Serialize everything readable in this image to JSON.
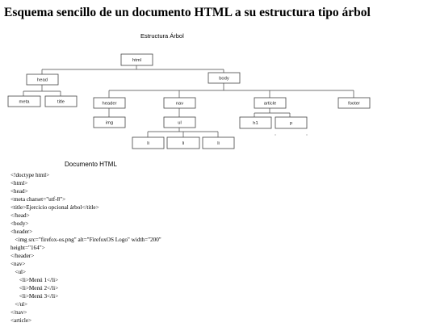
{
  "title": "Esquema sencillo de un documento HTML a su estructura tipo árbol",
  "tree": {
    "caption": "Estructura Árbol",
    "nodes": {
      "html": "html",
      "head": "head",
      "body": "body",
      "meta": "meta",
      "title": "title",
      "header": "header",
      "nav": "nav",
      "article": "article",
      "footer": "footer",
      "img": "img",
      "ul": "ul",
      "h1": "h1",
      "p": "p",
      "li1": "li",
      "li2": "li",
      "li3": "li"
    }
  },
  "document": {
    "caption": "Documento HTML",
    "lines": [
      "<!doctype html>",
      "<html>",
      "<head>",
      "<meta charset=\"utf-8\">",
      "<title>Ejercicio opcional árbol</title>",
      "</head>",
      "<body>",
      "<header>",
      "   <img src=\"firefox-os.png\" alt=\"FirefoxOS Logo\" width=\"200\"",
      "height=\"164\">",
      "</header>",
      "<nav>",
      "   <ul>",
      "      <li>Menú 1</li>",
      "      <li>Menú 2</li>",
      "      <li>Menú 3</li>",
      "   </ul>",
      "</nav>",
      "<article>"
    ]
  }
}
